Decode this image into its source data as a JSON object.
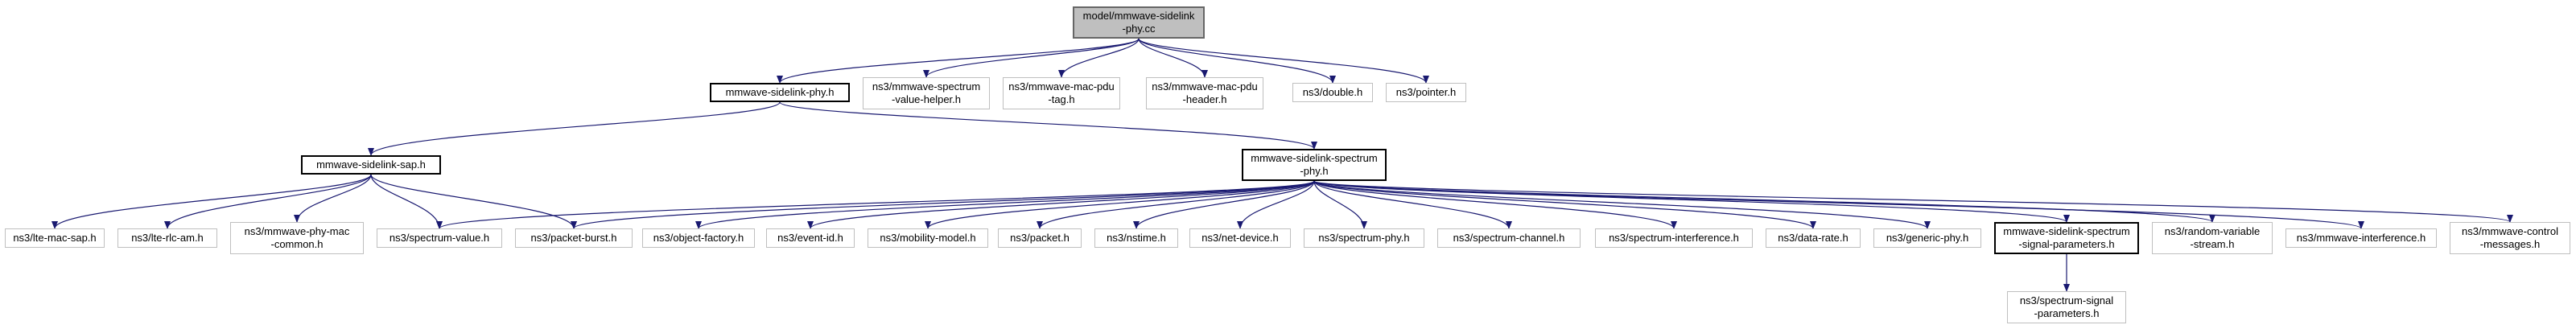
{
  "colors": {
    "edge": "#191970",
    "root_fill": "#bfbfbf",
    "leaf_border": "#bfbfbf",
    "header_border": "#000000"
  },
  "nodes": {
    "root": [
      "model/mmwave-sidelink",
      "-phy.cc"
    ],
    "sidelink_phy_h": [
      "mmwave-sidelink-phy.h"
    ],
    "spectrum_value_helper": [
      "ns3/mmwave-spectrum",
      "-value-helper.h"
    ],
    "mac_pdu_tag": [
      "ns3/mmwave-mac-pdu",
      "-tag.h"
    ],
    "mac_pdu_header": [
      "ns3/mmwave-mac-pdu",
      "-header.h"
    ],
    "double_h": [
      "ns3/double.h"
    ],
    "pointer_h": [
      "ns3/pointer.h"
    ],
    "sidelink_sap_h": [
      "mmwave-sidelink-sap.h"
    ],
    "sidelink_spectrum_phy_h": [
      "mmwave-sidelink-spectrum",
      "-phy.h"
    ],
    "lte_mac_sap": [
      "ns3/lte-mac-sap.h"
    ],
    "lte_rlc_am": [
      "ns3/lte-rlc-am.h"
    ],
    "phy_mac_common": [
      "ns3/mmwave-phy-mac",
      "-common.h"
    ],
    "spectrum_value": [
      "ns3/spectrum-value.h"
    ],
    "packet_burst": [
      "ns3/packet-burst.h"
    ],
    "object_factory": [
      "ns3/object-factory.h"
    ],
    "event_id": [
      "ns3/event-id.h"
    ],
    "mobility_model": [
      "ns3/mobility-model.h"
    ],
    "packet_h": [
      "ns3/packet.h"
    ],
    "nstime": [
      "ns3/nstime.h"
    ],
    "net_device": [
      "ns3/net-device.h"
    ],
    "spectrum_phy": [
      "ns3/spectrum-phy.h"
    ],
    "spectrum_channel": [
      "ns3/spectrum-channel.h"
    ],
    "spectrum_interference": [
      "ns3/spectrum-interference.h"
    ],
    "data_rate": [
      "ns3/data-rate.h"
    ],
    "generic_phy": [
      "ns3/generic-phy.h"
    ],
    "sidelink_signal_params": [
      "mmwave-sidelink-spectrum",
      "-signal-parameters.h"
    ],
    "random_variable_stream": [
      "ns3/random-variable",
      "-stream.h"
    ],
    "mmwave_interference": [
      "ns3/mmwave-interference.h"
    ],
    "control_messages": [
      "ns3/mmwave-control",
      "-messages.h"
    ],
    "spectrum_signal_params": [
      "ns3/spectrum-signal",
      "-parameters.h"
    ]
  }
}
